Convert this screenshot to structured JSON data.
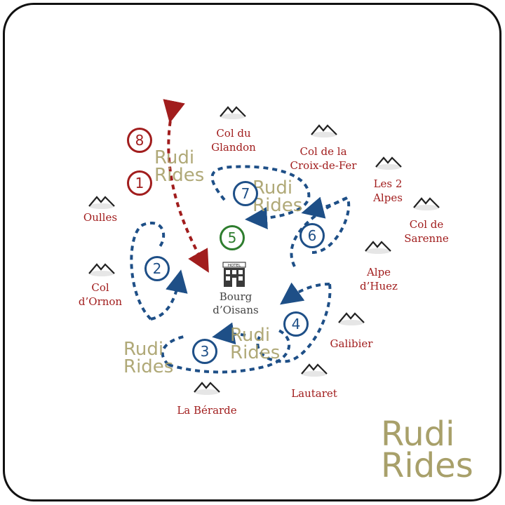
{
  "places": [
    {
      "id": "col-du-glandon",
      "label": "Col du\nGlandon"
    },
    {
      "id": "col-de-la-croix-de-fer",
      "label": "Col de la\nCroix-de-Fer"
    },
    {
      "id": "les-2-alpes",
      "label": "Les 2\nAlpes"
    },
    {
      "id": "col-de-sarenne",
      "label": "Col de\nSarenne"
    },
    {
      "id": "oulles",
      "label": "Oulles"
    },
    {
      "id": "col-d-ornon",
      "label": "Col\nd’Ornon"
    },
    {
      "id": "alpe-d-huez",
      "label": "Alpe\nd’Huez"
    },
    {
      "id": "galibier",
      "label": "Galibier"
    },
    {
      "id": "lautaret",
      "label": "Lautaret"
    },
    {
      "id": "la-berarde",
      "label": "La Bérarde"
    }
  ],
  "hub": {
    "label": "Bourg\nd’Oisans",
    "hotel_sign": "HOTEL"
  },
  "routes": [
    "1",
    "2",
    "3",
    "4",
    "5",
    "6",
    "7",
    "8"
  ],
  "watermark": "Rudi\nRides",
  "colors": {
    "red": "#a11d1d",
    "blue": "#1e4f87",
    "green": "#2e7d2e",
    "olive": "#a8a06a"
  },
  "icons": {
    "mountain": "mountain-icon",
    "hotel": "hotel-icon",
    "arrow": "route-arrow-icon"
  }
}
